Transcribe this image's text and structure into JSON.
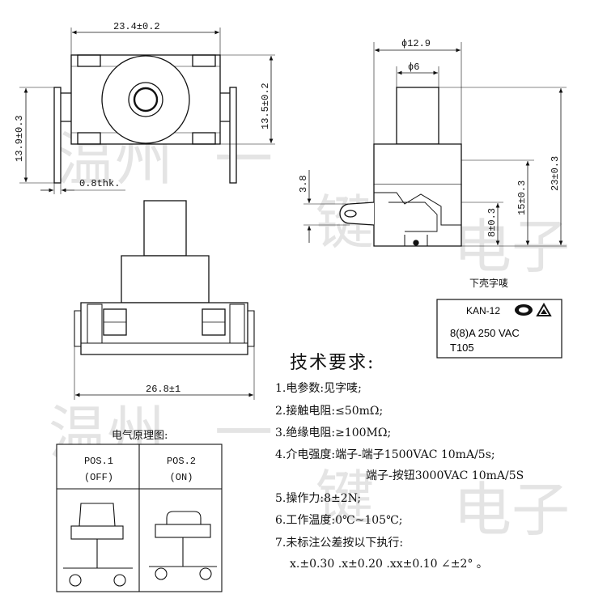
{
  "watermark": {
    "text": [
      "温州",
      "一",
      "键",
      "电子"
    ]
  },
  "top_view": {
    "dim_width": "23.4±0.2",
    "dim_left_height": "13.9±0.3",
    "dim_right_height": "13.5±0.2",
    "dim_thickness": "0.8thk."
  },
  "side_view": {
    "dim_outer_dia": "ϕ12.9",
    "dim_inner_dia": "ϕ6",
    "dim_3_8": "3.8",
    "dim_8": "8±0.3",
    "dim_15": "15±0.3",
    "dim_23": "23±0.3"
  },
  "front_view": {
    "dim_width": "26.8±1"
  },
  "label": {
    "caption": "下壳字唛",
    "model": "KAN-12",
    "rating": "8(8)A 250 VAC",
    "temp": "T105",
    "cert_icon": "cqc-mark-icon",
    "warning_icon": "triangle-warning-icon"
  },
  "requirements": {
    "title": "技术要求:",
    "items": [
      "1.电参数:见字唛;",
      "2.接触电阻:≤50mΩ;",
      "3.绝缘电阻:≥100MΩ;",
      "4.介电强度:端子-端子1500VAC 10mA/5s;",
      "端子-按钮3000VAC 10mA/5S",
      "5.操作力:8±2N;",
      "6.工作温度:0℃~105℃;",
      "7.未标注公差按以下执行:",
      "x.±0.30 .x±0.20 .xx±0.10 ∠±2° 。"
    ]
  },
  "schematic": {
    "title": "电气原理图:",
    "pos1_line1": "POS.1",
    "pos1_line2": "(OFF)",
    "pos2_line1": "POS.2",
    "pos2_line2": "(ON)"
  }
}
